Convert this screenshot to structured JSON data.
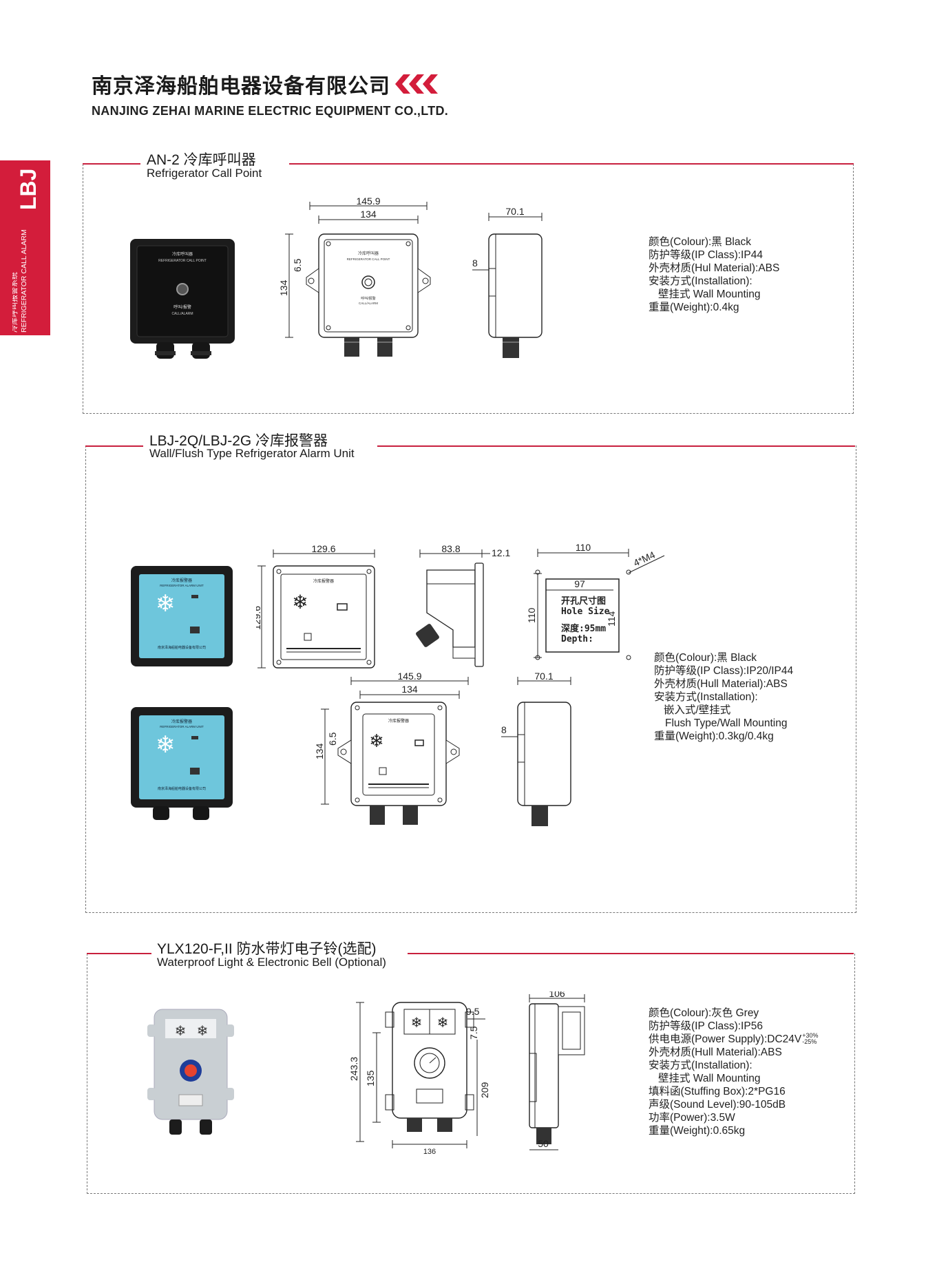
{
  "header": {
    "company_cn": "南京泽海船舶电器设备有限公司",
    "company_en": "NANJING ZEHAI MARINE ELECTRIC EQUIPMENT CO.,LTD."
  },
  "side_tab": {
    "code": "LBJ",
    "cn": "冷库呼叫报警系统",
    "en": "REFRIGERATOR CALL ALARM"
  },
  "colors": {
    "accent": "#d31d3b",
    "device_blue": "#6ec6dc",
    "device_black": "#1c1c1c"
  },
  "sections": [
    {
      "title_cn": "AN-2 冷库呼叫器",
      "title_en": "Refrigerator Call Point",
      "device_labels": {
        "top_cn": "冷库呼叫器",
        "top_en": "REFRIGERATOR CALL POINT",
        "btn_cn": "呼叫/报警",
        "btn_en": "CALL/ALARM"
      },
      "dims": {
        "w_outer": "145.9",
        "w_inner": "134",
        "h": "134",
        "hole": "6.5",
        "depth": "70.1",
        "side_offset": "8"
      },
      "specs": [
        "颜色(Colour):黑 Black",
        "防护等级(IP Class):IP44",
        "外壳材质(Hul Material):ABS",
        "安装方式(Installation):",
        "壁挂式 Wall Mounting",
        "重量(Weight):0.4kg"
      ]
    },
    {
      "title_cn": "LBJ-2Q/LBJ-2G 冷库报警器",
      "title_en": "Wall/Flush Type Refrigerator Alarm Unit",
      "device_labels": {
        "top_cn": "冷库报警器",
        "top_en": "REFRIGERATOR ALARM UNIT",
        "maker": "南京泽海船舶电器设备有限公司"
      },
      "dims_flush": {
        "w": "129.6",
        "h": "129.6",
        "depth": "83.8",
        "flange": "12.1",
        "cut_w": "110",
        "cut_h": "110",
        "inner_w": "97",
        "inner_h": "114",
        "screw": "4*M4"
      },
      "cutout_text": {
        "line1": "开孔尺寸图",
        "line2": "Hole Size",
        "line3": "深度:95mm",
        "line4": "Depth:"
      },
      "dims_wall": {
        "w_outer": "145.9",
        "w_inner": "134",
        "h": "134",
        "hole": "6.5",
        "depth": "70.1",
        "side_offset": "8"
      },
      "specs": [
        "颜色(Colour):黑 Black",
        "防护等级(IP Class):IP20/IP44",
        "外壳材质(Hull Material):ABS",
        "安装方式(Installation):",
        "嵌入式/壁挂式",
        "Flush Type/Wall Mounting",
        "重量(Weight):0.3kg/0.4kg"
      ]
    },
    {
      "title_cn": "YLX120-F,II 防水带灯电子铃(选配)",
      "title_en": "Waterproof Light & Electronic Bell (Optional)",
      "dims": {
        "h_total": "243.3",
        "h_mid": "135",
        "h_body": "209",
        "top": "9.5",
        "top2": "7.5",
        "w": "136",
        "depth": "106",
        "side": "50"
      },
      "specs": [
        "颜色(Colour):灰色 Grey",
        "防护等级(IP Class):IP56",
        "供电电源(Power Supply):DC24V",
        "外壳材质(Hull Material):ABS",
        "安装方式(Installation):",
        "壁挂式 Wall Mounting",
        "填料函(Stuffing Box):2*PG16",
        "声级(Sound Level):90-105dB",
        "功率(Power):3.5W",
        "重量(Weight):0.65kg"
      ],
      "power_tol_up": "+30%",
      "power_tol_down": "-25%"
    }
  ]
}
